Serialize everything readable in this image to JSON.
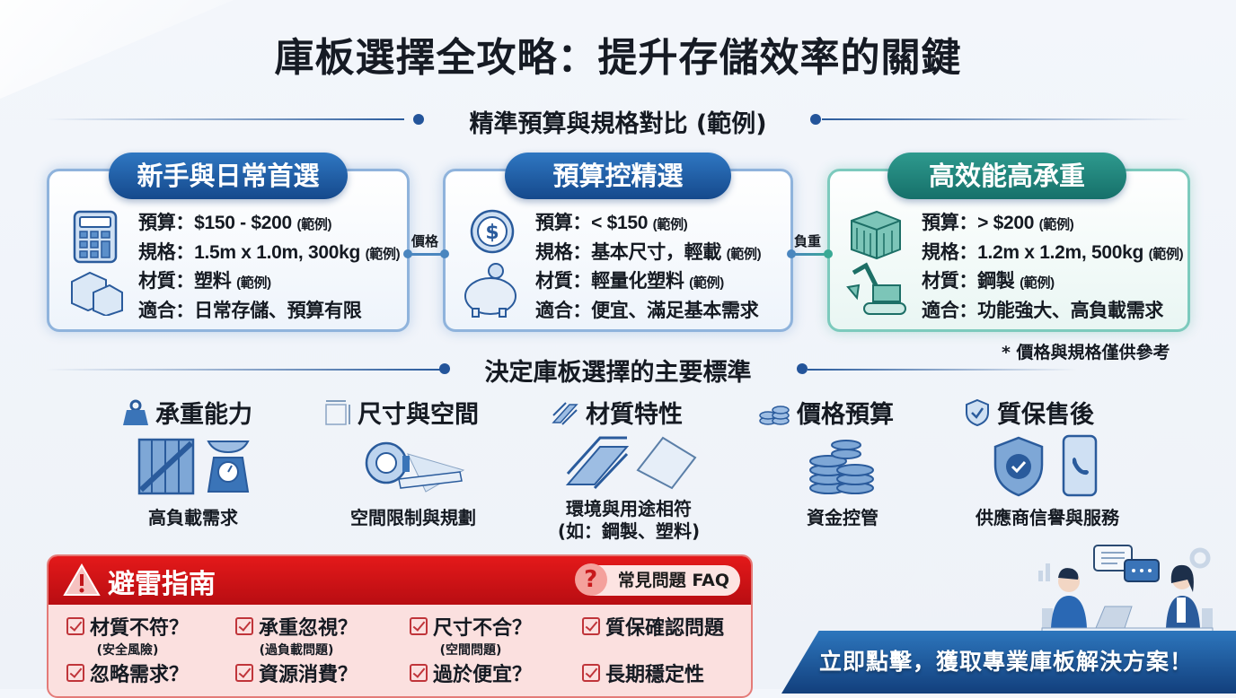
{
  "title": "庫板選擇全攻略：提升存儲效率的關鍵",
  "section1": "精準預算與規格對比 (範例)",
  "cards": [
    {
      "title": "新手與日常首選",
      "theme": "#1d5a9e",
      "lines": [
        {
          "label": "預算：",
          "value": "$150 - $200",
          "note": "(範例)"
        },
        {
          "label": "規格：",
          "value": "1.5m x 1.0m, 300kg",
          "note": "(範例)"
        },
        {
          "label": "材質：",
          "value": "塑料",
          "note": "(範例)"
        },
        {
          "label": "適合：",
          "value": "日常存儲、預算有限",
          "note": ""
        }
      ]
    },
    {
      "title": "預算控精選",
      "theme": "#1d5a9e",
      "lines": [
        {
          "label": "預算：",
          "value": "< $150",
          "note": "(範例)"
        },
        {
          "label": "規格：",
          "value": "基本尺寸，輕載",
          "note": "(範例)"
        },
        {
          "label": "材質：",
          "value": "輕量化塑料",
          "note": "(範例)"
        },
        {
          "label": "適合：",
          "value": "便宜、滿足基本需求",
          "note": ""
        }
      ]
    },
    {
      "title": "高效能高承重",
      "theme": "#1e8a7a",
      "lines": [
        {
          "label": "預算：",
          "value": "> $200",
          "note": "(範例)"
        },
        {
          "label": "規格：",
          "value": "1.2m x 1.2m, 500kg",
          "note": "(範例)"
        },
        {
          "label": "材質：",
          "value": "鋼製",
          "note": "(範例)"
        },
        {
          "label": "適合：",
          "value": "功能強大、高負載需求",
          "note": ""
        }
      ]
    }
  ],
  "connectors": [
    "價格",
    "負重"
  ],
  "disclaimer": "* 價格與規格僅供參考",
  "section2": "決定庫板選擇的主要標準",
  "criteria": [
    {
      "title": "承重能力",
      "icon": "weight-icon",
      "caption": "高負載需求",
      "caption2": ""
    },
    {
      "title": "尺寸與空間",
      "icon": "dimension-icon",
      "caption": "空間限制與規劃",
      "caption2": ""
    },
    {
      "title": "材質特性",
      "icon": "steel-beam-icon",
      "caption": "環境與用途相符",
      "caption2": "(如：鋼製、塑料)"
    },
    {
      "title": "價格預算",
      "icon": "coins-icon",
      "caption": "資金控管",
      "caption2": ""
    },
    {
      "title": "質保售後",
      "icon": "shield-check-icon",
      "caption": "供應商信譽與服務",
      "caption2": ""
    }
  ],
  "warning": {
    "title": "避雷指南",
    "faq": "常見問題 FAQ",
    "items": [
      {
        "text": "材質不符？",
        "sub": "(安全風險)"
      },
      {
        "text": "承重忽視？",
        "sub": "(過負載問題)"
      },
      {
        "text": "尺寸不合？",
        "sub": "(空間問題)"
      },
      {
        "text": "質保確認問題",
        "sub": ""
      },
      {
        "text": "忽略需求？",
        "sub": ""
      },
      {
        "text": "資源消費？",
        "sub": ""
      },
      {
        "text": "過於便宜？",
        "sub": ""
      },
      {
        "text": "長期穩定性",
        "sub": ""
      }
    ]
  },
  "cta": "立即點擊，獲取專業庫板解決方案！",
  "colors": {
    "primary": "#1d5a9e",
    "accent_green": "#1e8a7a",
    "warning_red": "#d4151a"
  }
}
